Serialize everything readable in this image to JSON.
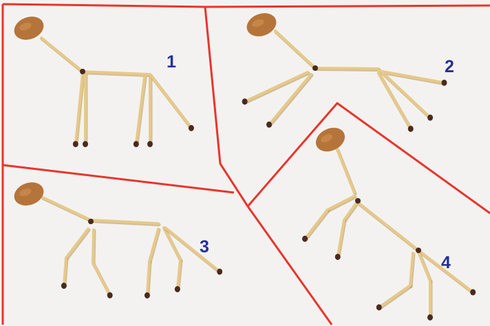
{
  "colors": {
    "background": "#f4f2f0",
    "border": "#e8352b",
    "stick": "#e6c98a",
    "stick_shadow": "#b99a5e",
    "match_head": "#4a2a1e",
    "clay_head": "#b5743a",
    "number": "#22309a"
  },
  "figures": [
    {
      "label": "1",
      "icon": "matchstick-horse-figure"
    },
    {
      "label": "2",
      "icon": "matchstick-horse-figure"
    },
    {
      "label": "3",
      "icon": "matchstick-horse-figure"
    },
    {
      "label": "4",
      "icon": "matchstick-horse-figure"
    }
  ]
}
